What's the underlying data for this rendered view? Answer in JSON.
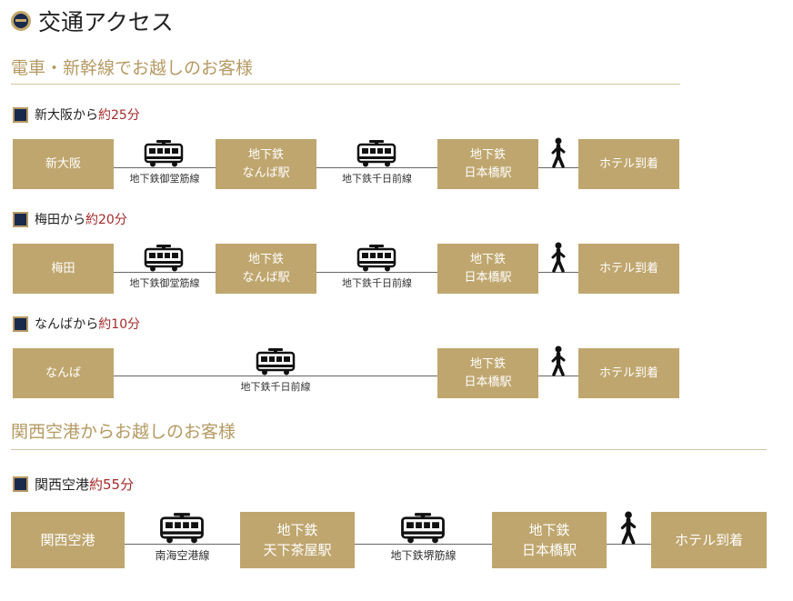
{
  "title": "交通アクセス",
  "sections": [
    {
      "heading": "電車・新幹線でお越しのお客様",
      "routes": [
        {
          "from_label": "新大阪から",
          "time": "約25分",
          "stations": [
            "新大阪",
            "地下鉄\nなんば駅",
            "地下鉄\n日本橋駅",
            "ホテル到着"
          ],
          "lines": [
            "地下鉄御堂筋線",
            "地下鉄千日前線",
            ""
          ]
        },
        {
          "from_label": "梅田から",
          "time": "約20分",
          "stations": [
            "梅田",
            "地下鉄\nなんば駅",
            "地下鉄\n日本橋駅",
            "ホテル到着"
          ],
          "lines": [
            "地下鉄御堂筋線",
            "地下鉄千日前線",
            ""
          ]
        },
        {
          "from_label": "なんばから",
          "time": "約10分",
          "stations": [
            "なんば",
            "地下鉄\n日本橋駅",
            "ホテル到着"
          ],
          "lines": [
            "地下鉄千日前線",
            ""
          ]
        }
      ]
    },
    {
      "heading": "関西空港からお越しのお客様",
      "routes": [
        {
          "from_label": "関西空港",
          "time": "約55分",
          "stations": [
            "関西空港",
            "地下鉄\n天下茶屋駅",
            "地下鉄\n日本橋駅",
            "ホテル到着"
          ],
          "lines": [
            "南海空港線",
            "地下鉄堺筋線",
            ""
          ]
        }
      ]
    }
  ],
  "icons": {
    "train": "train-icon",
    "walk": "walking-person-icon",
    "bullet": "circle-bullet-icon",
    "square": "square-bullet-icon"
  },
  "colors": {
    "accent_gold": "#bfa66e",
    "heading_gold": "#b59a63",
    "navy": "#1a2a4d",
    "time_red": "#a52a2a"
  }
}
